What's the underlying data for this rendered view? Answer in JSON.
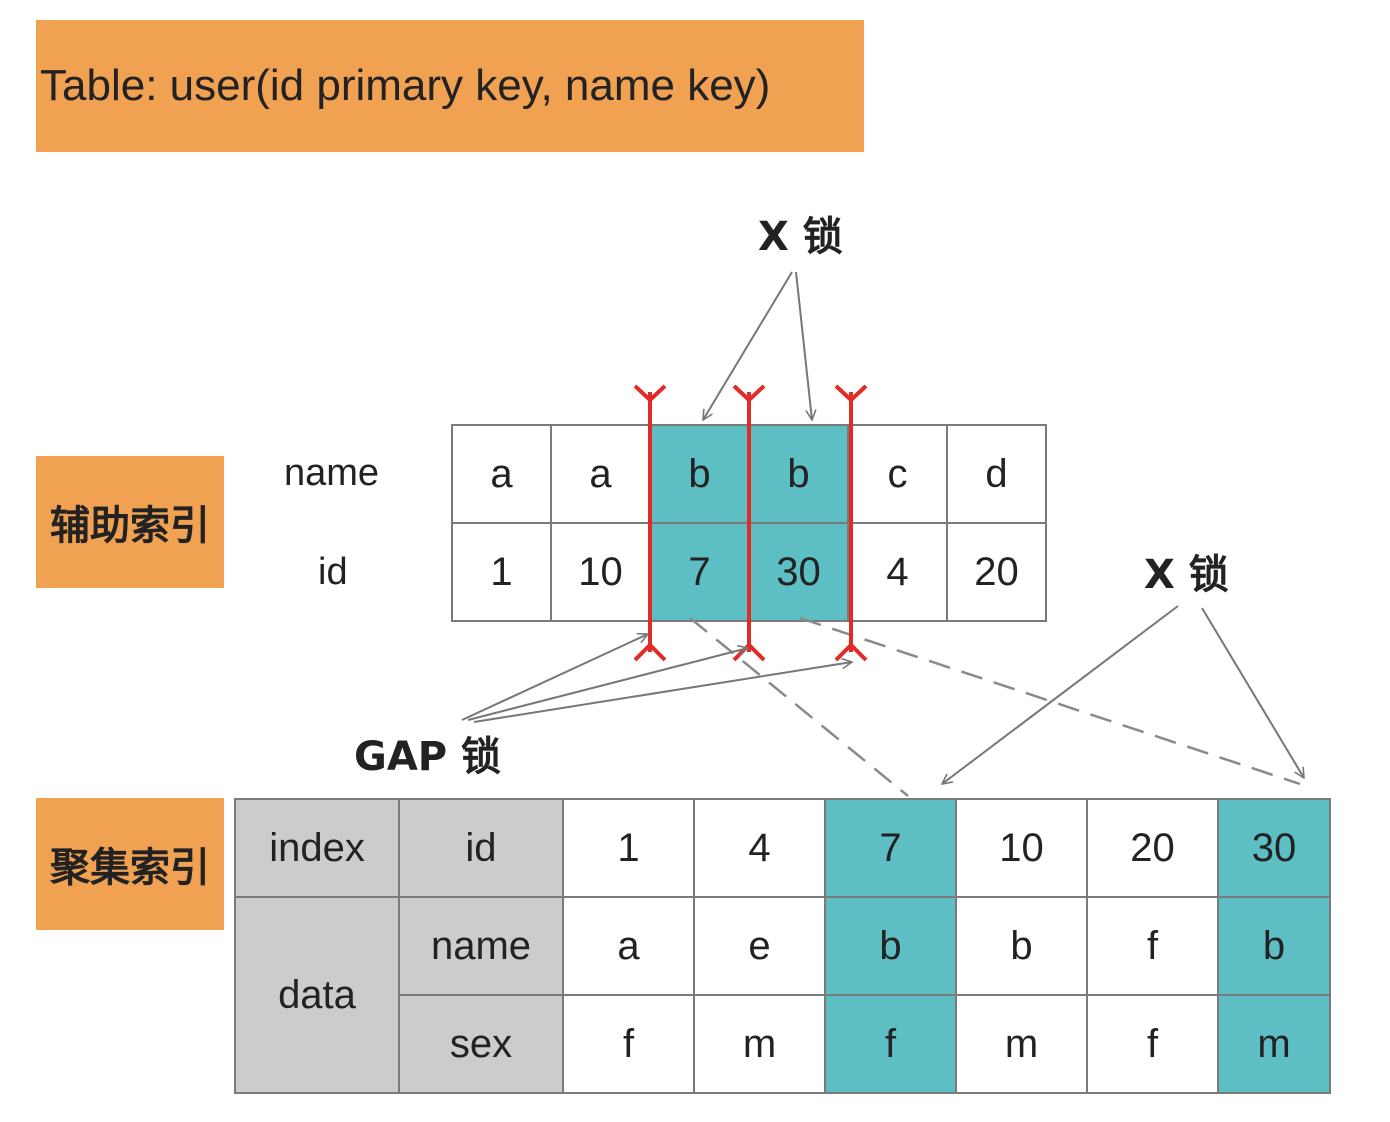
{
  "title": "Table: user(id primary key, name key)",
  "secondary_index": {
    "label": "辅助索引",
    "row_labels": [
      "name",
      "id"
    ],
    "names": [
      "a",
      "a",
      "b",
      "b",
      "c",
      "d"
    ],
    "ids": [
      "1",
      "10",
      "7",
      "30",
      "4",
      "20"
    ],
    "highlight": [
      false,
      false,
      true,
      true,
      false,
      false
    ]
  },
  "clustered_index": {
    "label": "聚集索引",
    "header": {
      "index": "index",
      "data": "data"
    },
    "fields": [
      "id",
      "name",
      "sex"
    ],
    "ids": [
      "1",
      "4",
      "7",
      "10",
      "20",
      "30"
    ],
    "names": [
      "a",
      "e",
      "b",
      "b",
      "f",
      "b"
    ],
    "sexes": [
      "f",
      "m",
      "f",
      "m",
      "f",
      "m"
    ],
    "highlight": [
      false,
      false,
      true,
      false,
      false,
      true
    ]
  },
  "annotations": {
    "x_lock_top": "X 锁",
    "x_lock_right": "X 锁",
    "gap_lock": "GAP 锁"
  },
  "colors": {
    "highlight": "#5dbfc3",
    "label_bg": "#f0a152",
    "gap_line": "#e02b27",
    "header_gray": "#cccccc"
  }
}
